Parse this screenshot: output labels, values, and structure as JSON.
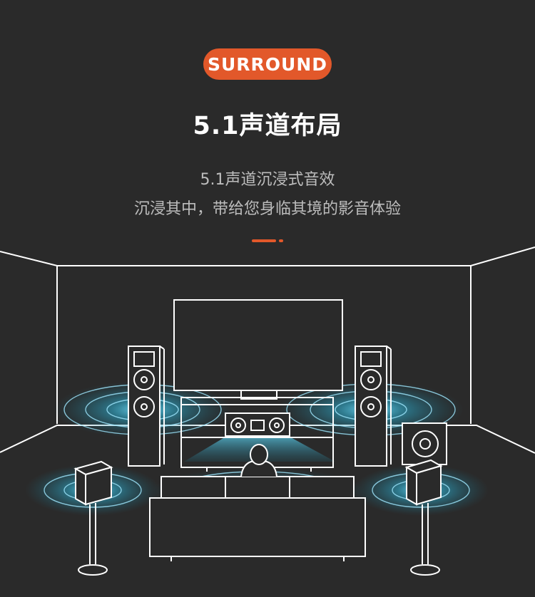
{
  "badge": {
    "label": "SURROUND"
  },
  "heading": {
    "title": "5.1声道布局"
  },
  "description": {
    "line1": "5.1声道沉浸式音效",
    "line2": "沉浸其中，带给您身临其境的影音体验"
  },
  "colors": {
    "background": "#2a2a2a",
    "accent": "#e2582a",
    "line_art": "#ffffff",
    "sound_wave": "#2fb5d8"
  },
  "illustration": {
    "name": "home-theater-5.1-layout",
    "elements": [
      "television",
      "center-speaker",
      "left-tower-speaker",
      "right-tower-speaker",
      "left-rear-speaker",
      "right-rear-speaker",
      "subwoofer",
      "sofa",
      "listener",
      "sound-waves"
    ]
  }
}
